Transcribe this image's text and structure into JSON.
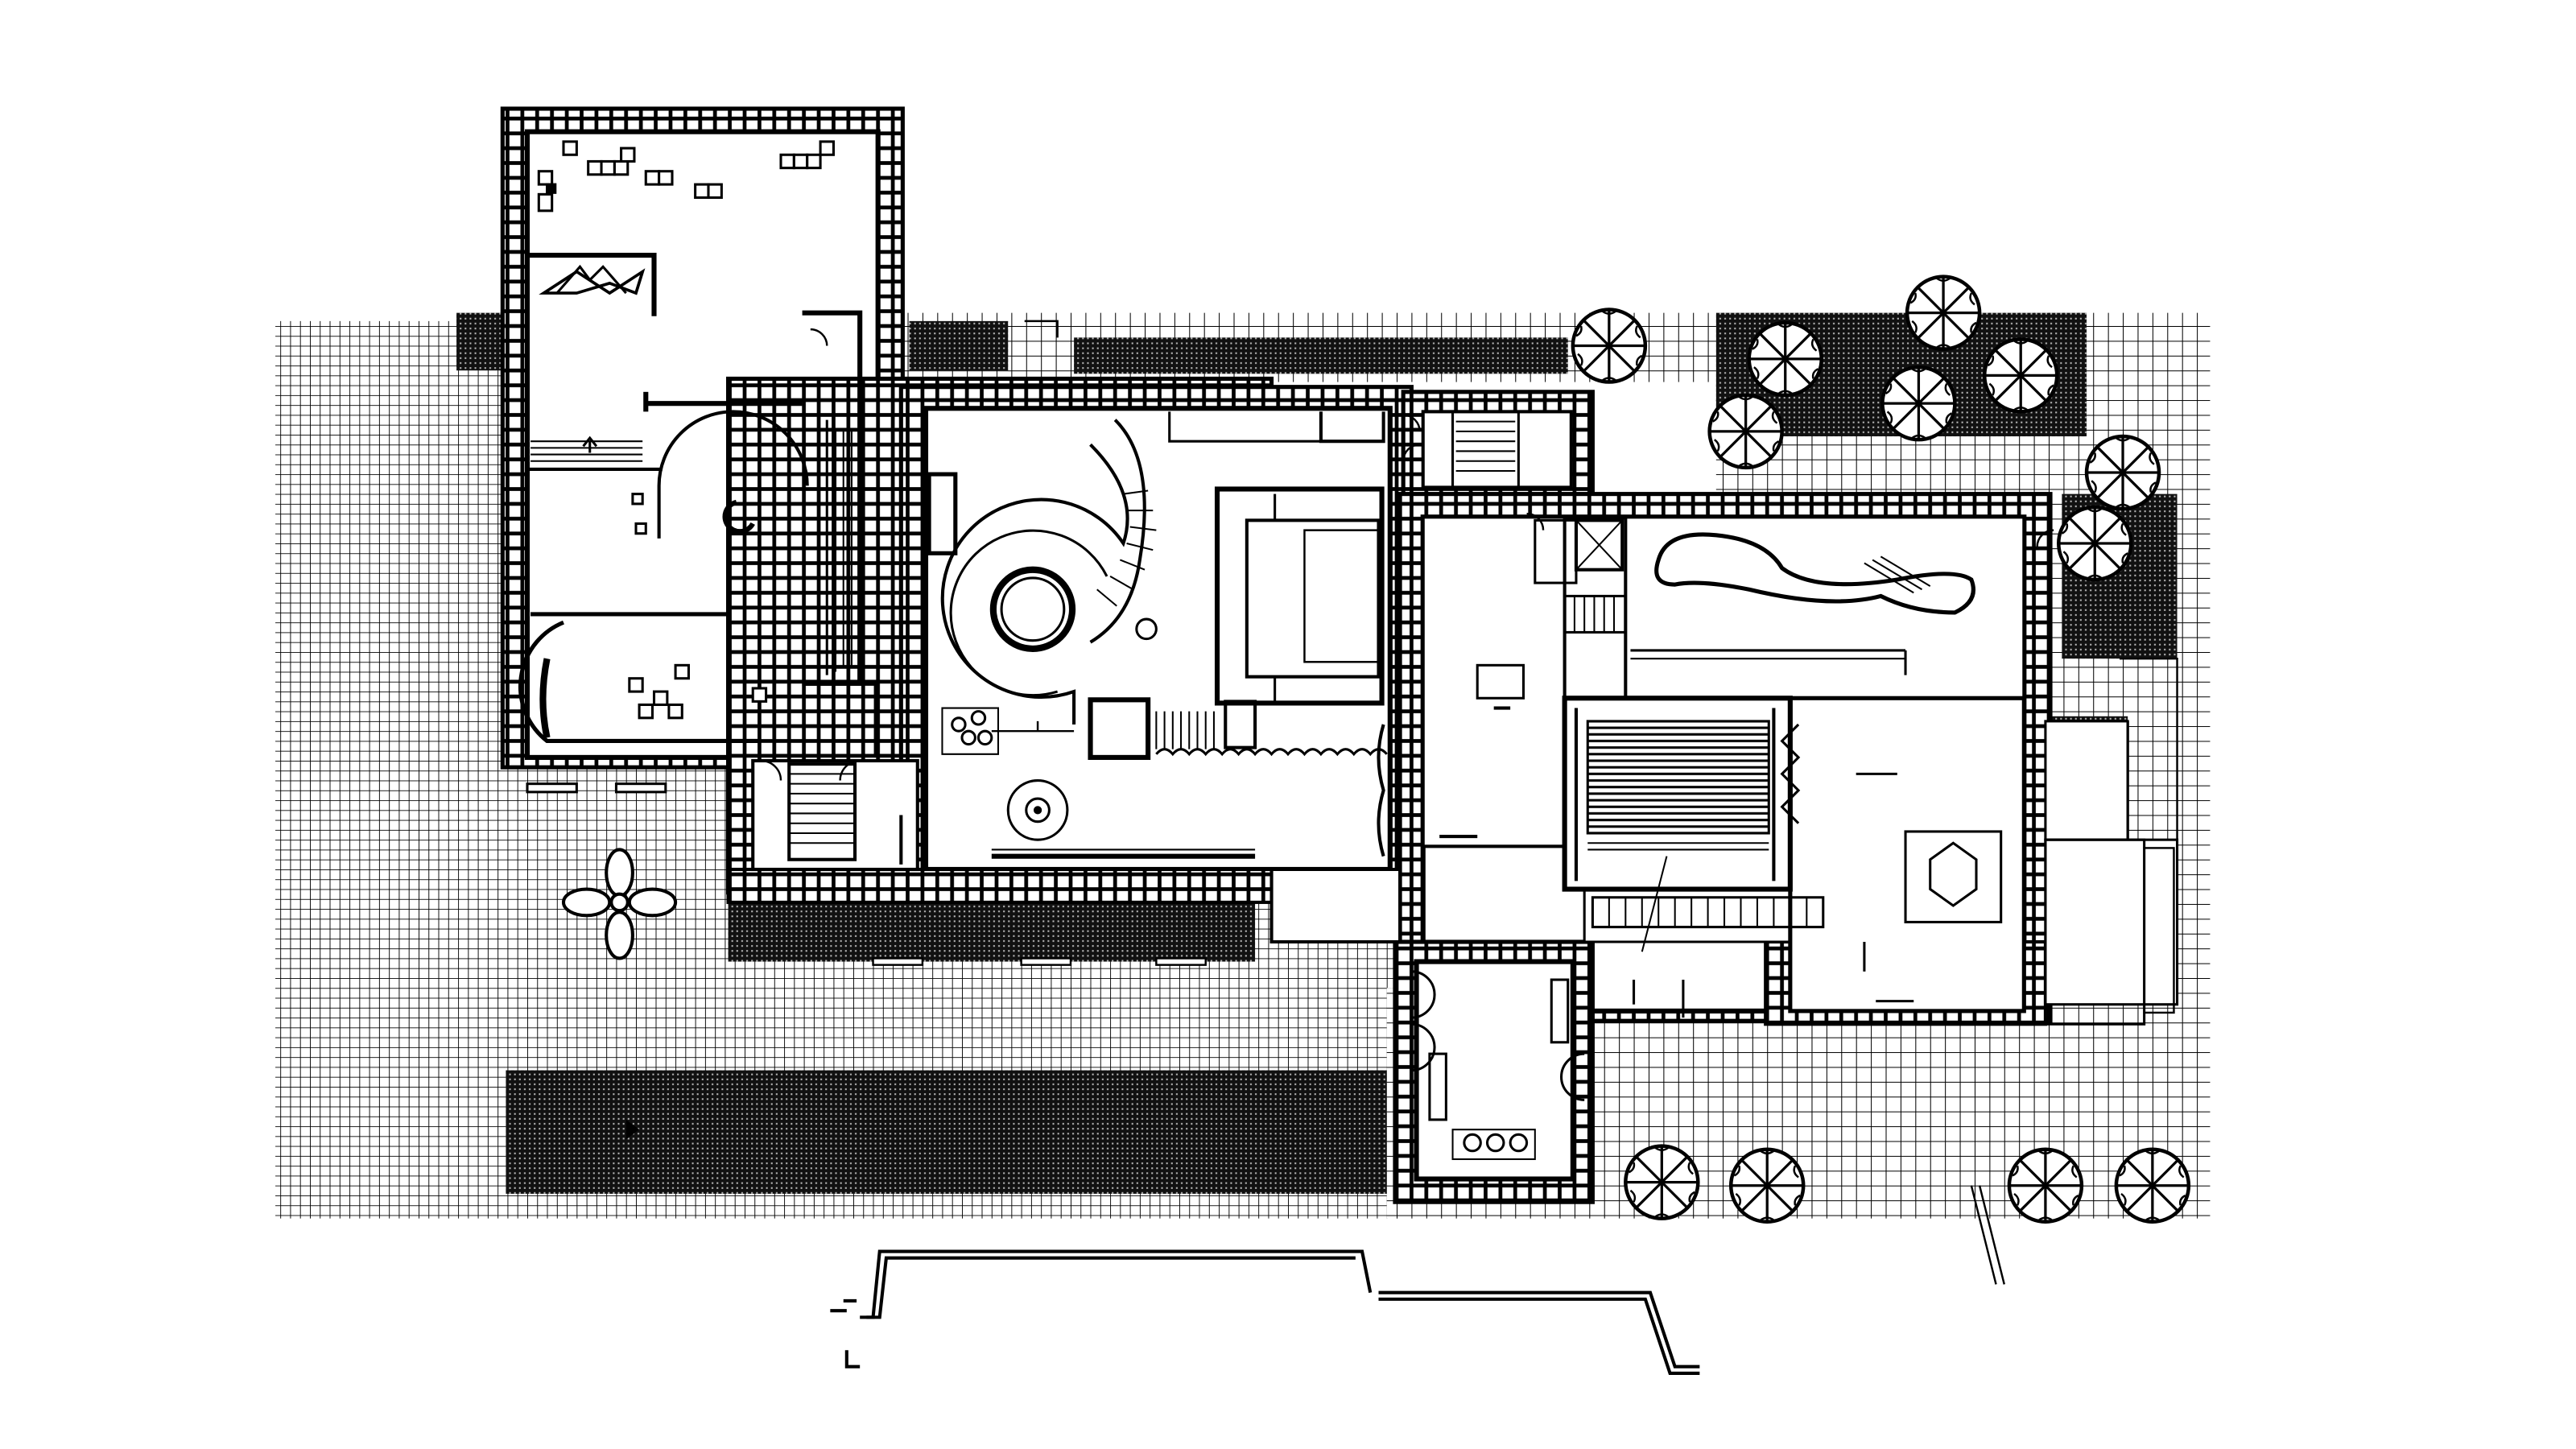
{
  "drawing": {
    "kind": "architectural-floor-plan",
    "style": "black-ink line drawing on white",
    "colors": {
      "ink": "#000000",
      "paper": "#ffffff",
      "paving_hatch": "#3a3a3a"
    },
    "icons": [
      "tree-plan-symbol",
      "spiral-stair",
      "straight-stair",
      "door-swing",
      "round-table",
      "curved-pool",
      "furniture-block"
    ],
    "counts": {
      "trees": 13,
      "stairs": 6
    }
  }
}
